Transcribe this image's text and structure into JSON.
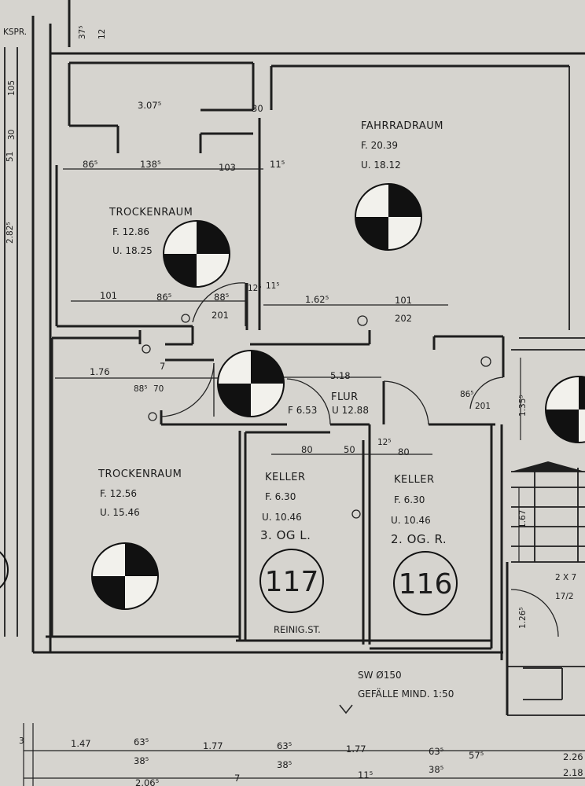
{
  "rooms": [
    {
      "name": "FAHRRADRAUM",
      "area": "F. 20.39",
      "perimeter": "U. 18.12"
    },
    {
      "name": "TROCKENRAUM",
      "area": "F. 12.86",
      "perimeter": "U. 18.25"
    },
    {
      "name": "TROCKENRAUM",
      "area": "F. 12.56",
      "perimeter": "U. 15.46"
    },
    {
      "name": "KELLER",
      "area": "F. 6.30",
      "perimeter": "U. 10.46",
      "assignment": "3. OG L.",
      "number": "117"
    },
    {
      "name": "KELLER",
      "area": "F. 6.30",
      "perimeter": "U. 10.46",
      "assignment": "2. OG. R.",
      "number": "116"
    }
  ],
  "flur": {
    "name": "FLUR",
    "area": "F 6.53",
    "perimeter": "U 12.88",
    "width": "5.18"
  },
  "labels": {
    "cleaning": "REINIG.ST.",
    "drain_line1": "SW Ø150",
    "drain_line2": "GEFÄLLE MIND. 1:50",
    "stair": "2 X 7",
    "stair2": "17/2",
    "spr": "KSPR."
  },
  "dims": {
    "d_3075": "3.07⁵",
    "d_30": "30",
    "d_86a": "86⁵",
    "d_1385": "138⁵",
    "d_103": "103",
    "d_115a": "11⁵",
    "d_101a": "101",
    "d_865": "86⁵",
    "d_885": "88⁵",
    "d_201a": "201",
    "d_125": "12⁵",
    "d_115b": "11⁵",
    "d_1625": "1.62⁵",
    "d_101b": "101",
    "d_202": "202",
    "d_176": "1.76",
    "d_7": "7",
    "d_885b": "88⁵",
    "d_70": "70",
    "d_80a": "80",
    "d_50": "50",
    "d_125b": "12⁵",
    "d_80b": "80",
    "d_865b": "86⁵",
    "d_201b": "201",
    "d_1355": "1.35⁵",
    "d_167": "1.67",
    "d_1265": "1.26⁵",
    "d_147": "1.47",
    "d_635a": "63⁵",
    "d_385a": "38⁵",
    "d_177a": "1.77",
    "d_635b": "63⁵",
    "d_385b": "38⁵",
    "d_177b": "1.77",
    "d_635c": "63⁵",
    "d_385c": "38⁵",
    "d_575": "57⁵",
    "d_226": "2.26",
    "d_218": "2.18",
    "d_3": "3",
    "d_2065": "2.06⁵",
    "d_7b": "7",
    "d_115c": "11⁵",
    "d_105": "105",
    "d_30b": "30",
    "d_51": "51",
    "d_2825": "2.82⁵",
    "d_375": "37⁵",
    "d_12": "12"
  }
}
